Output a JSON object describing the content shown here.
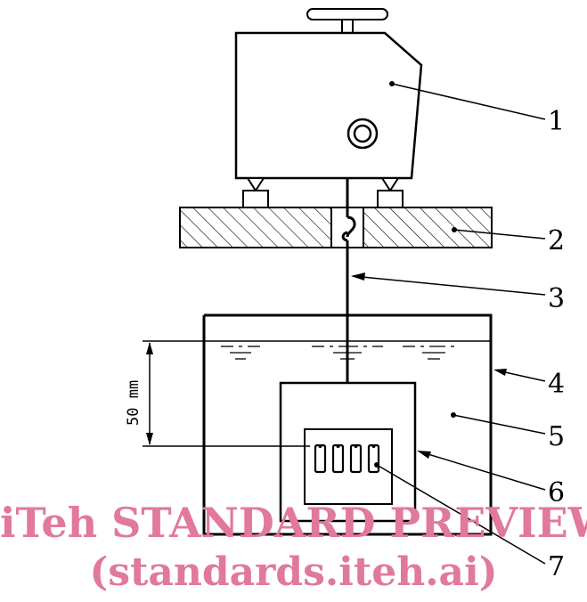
{
  "labels": {
    "l1": "1",
    "l2": "2",
    "l3": "3",
    "l4": "4",
    "l5": "5",
    "l6": "6",
    "l7": "7"
  },
  "dimension": {
    "text": "50  mm"
  },
  "watermark": {
    "line1": "iTeh STANDARD PREVIEW",
    "line2": "(standards.iteh.ai)",
    "color": "#e0799b"
  }
}
